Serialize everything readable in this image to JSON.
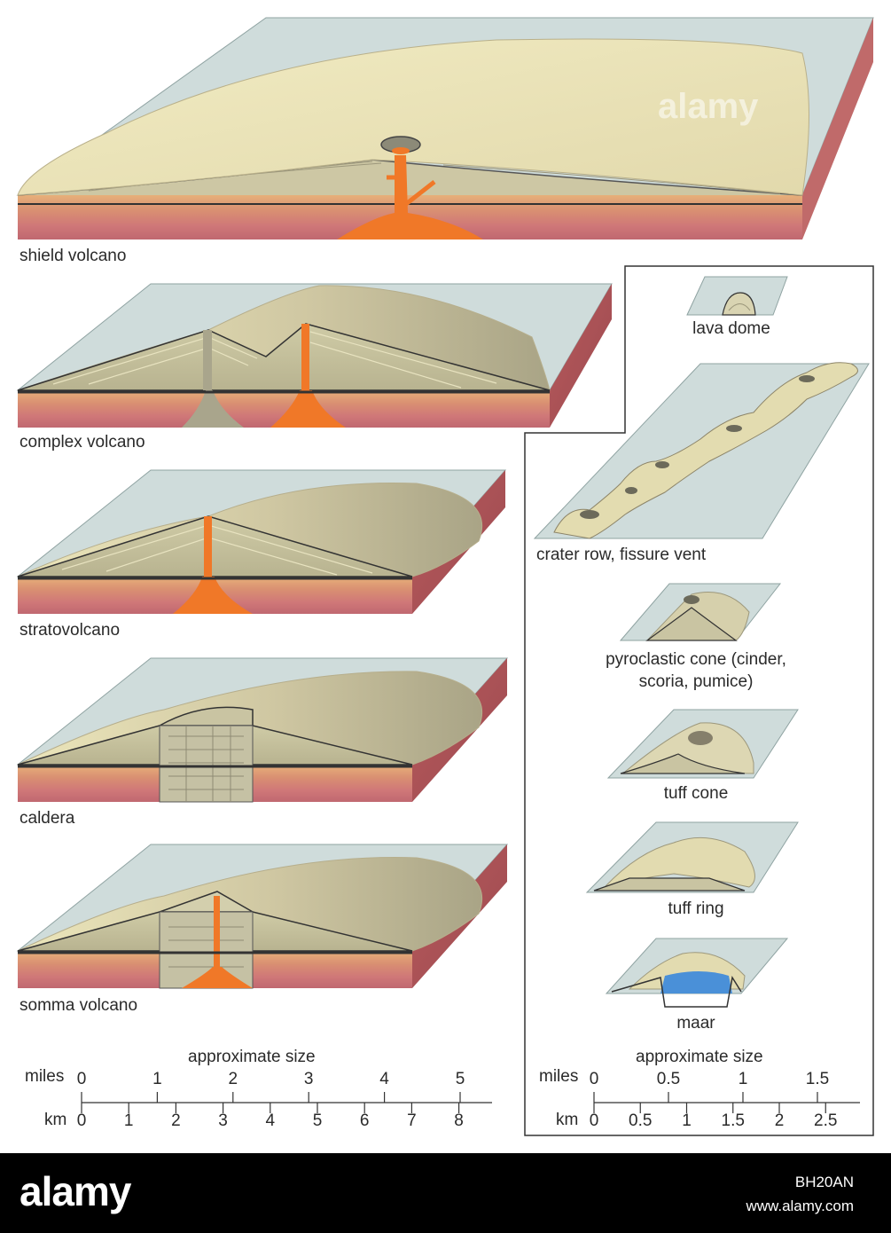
{
  "labels": {
    "shield": "shield volcano",
    "complex": "complex volcano",
    "strato": "stratovolcano",
    "caldera": "caldera",
    "somma": "somma volcano",
    "lava_dome": "lava dome",
    "crater_row": "crater row, fissure vent",
    "pyro_1": "pyroclastic cone (cinder,",
    "pyro_2": "scoria, pumice)",
    "tuff_cone": "tuff cone",
    "tuff_ring": "tuff ring",
    "maar": "maar"
  },
  "scale_left": {
    "title": "approximate size",
    "miles_label": "miles",
    "km_label": "km",
    "miles_ticks": [
      "0",
      "1",
      "2",
      "3",
      "4",
      "5"
    ],
    "km_ticks": [
      "0",
      "1",
      "2",
      "3",
      "4",
      "5",
      "6",
      "7",
      "8"
    ]
  },
  "scale_right": {
    "title": "approximate size",
    "miles_label": "miles",
    "km_label": "km",
    "miles_ticks": [
      "0",
      "0.5",
      "1",
      "1.5"
    ],
    "km_ticks": [
      "0",
      "0.5",
      "1",
      "1.5",
      "2",
      "2.5"
    ]
  },
  "watermark": "alamy",
  "footer": {
    "logo": "alamy",
    "image_id": "BH20AN",
    "url": "www.alamy.com"
  },
  "colors": {
    "sky_plane": "#cfdcdb",
    "cone": "#e9e3b6",
    "strata": "#c8c59c",
    "magma": "#f07828",
    "crust_top": "#e4a06a",
    "crust_bottom": "#c9686c",
    "water": "#4a90d8"
  }
}
